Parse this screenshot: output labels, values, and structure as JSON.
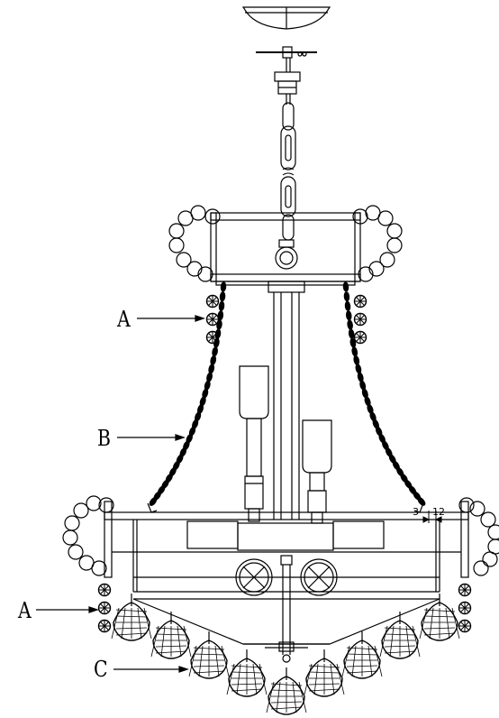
{
  "colors": {
    "line": "#000000",
    "background": "#ffffff"
  },
  "callouts": [
    {
      "id": "a-upper",
      "label": "A"
    },
    {
      "id": "b",
      "label": "B"
    },
    {
      "id": "a-lower",
      "label": "A"
    },
    {
      "id": "c",
      "label": "C"
    }
  ],
  "dimension": {
    "value_left": "3",
    "value_right": "12"
  }
}
